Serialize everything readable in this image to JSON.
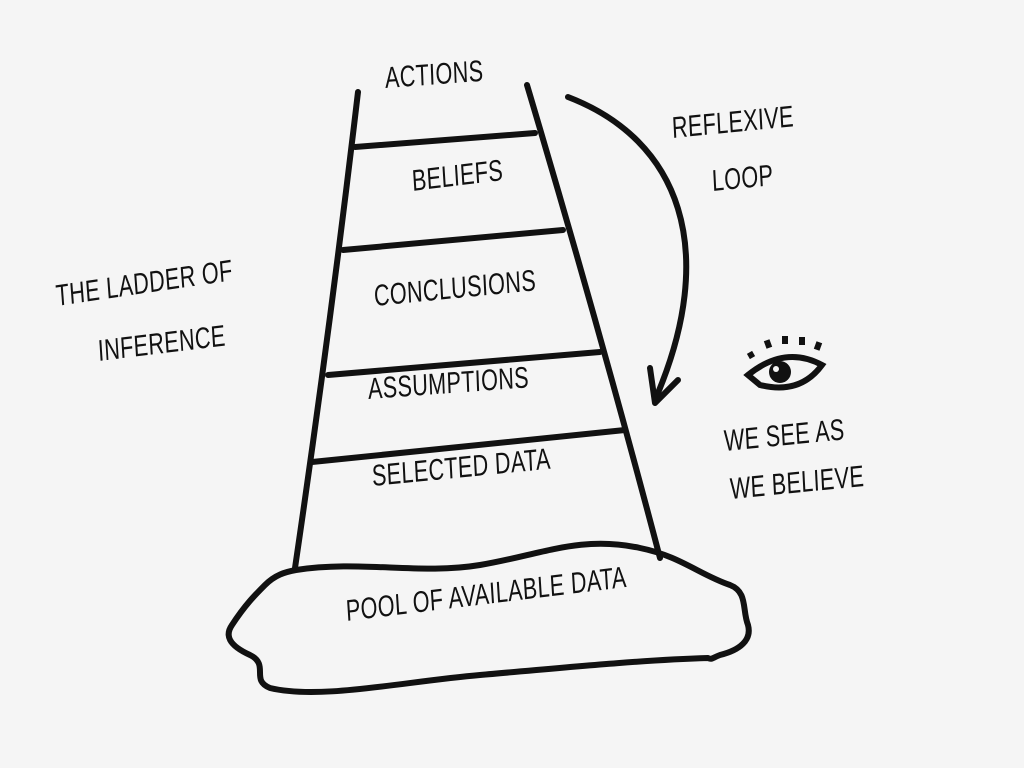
{
  "title": [
    "THE LADDER OF",
    "INFERENCE"
  ],
  "rungs": [
    "ACTIONS",
    "BELIEFS",
    "CONCLUSIONS",
    "ASSUMPTIONS",
    "SELECTED DATA"
  ],
  "pool": "POOL OF AVAILABLE DATA",
  "loop": [
    "REFLEXIVE",
    "LOOP"
  ],
  "caption": [
    "WE SEE AS",
    "WE BELIEVE"
  ],
  "icons": {
    "eye": "eye-icon",
    "arrow": "curved-arrow-icon"
  },
  "colors": {
    "ink": "#111111",
    "background": "#f5f5f5"
  }
}
